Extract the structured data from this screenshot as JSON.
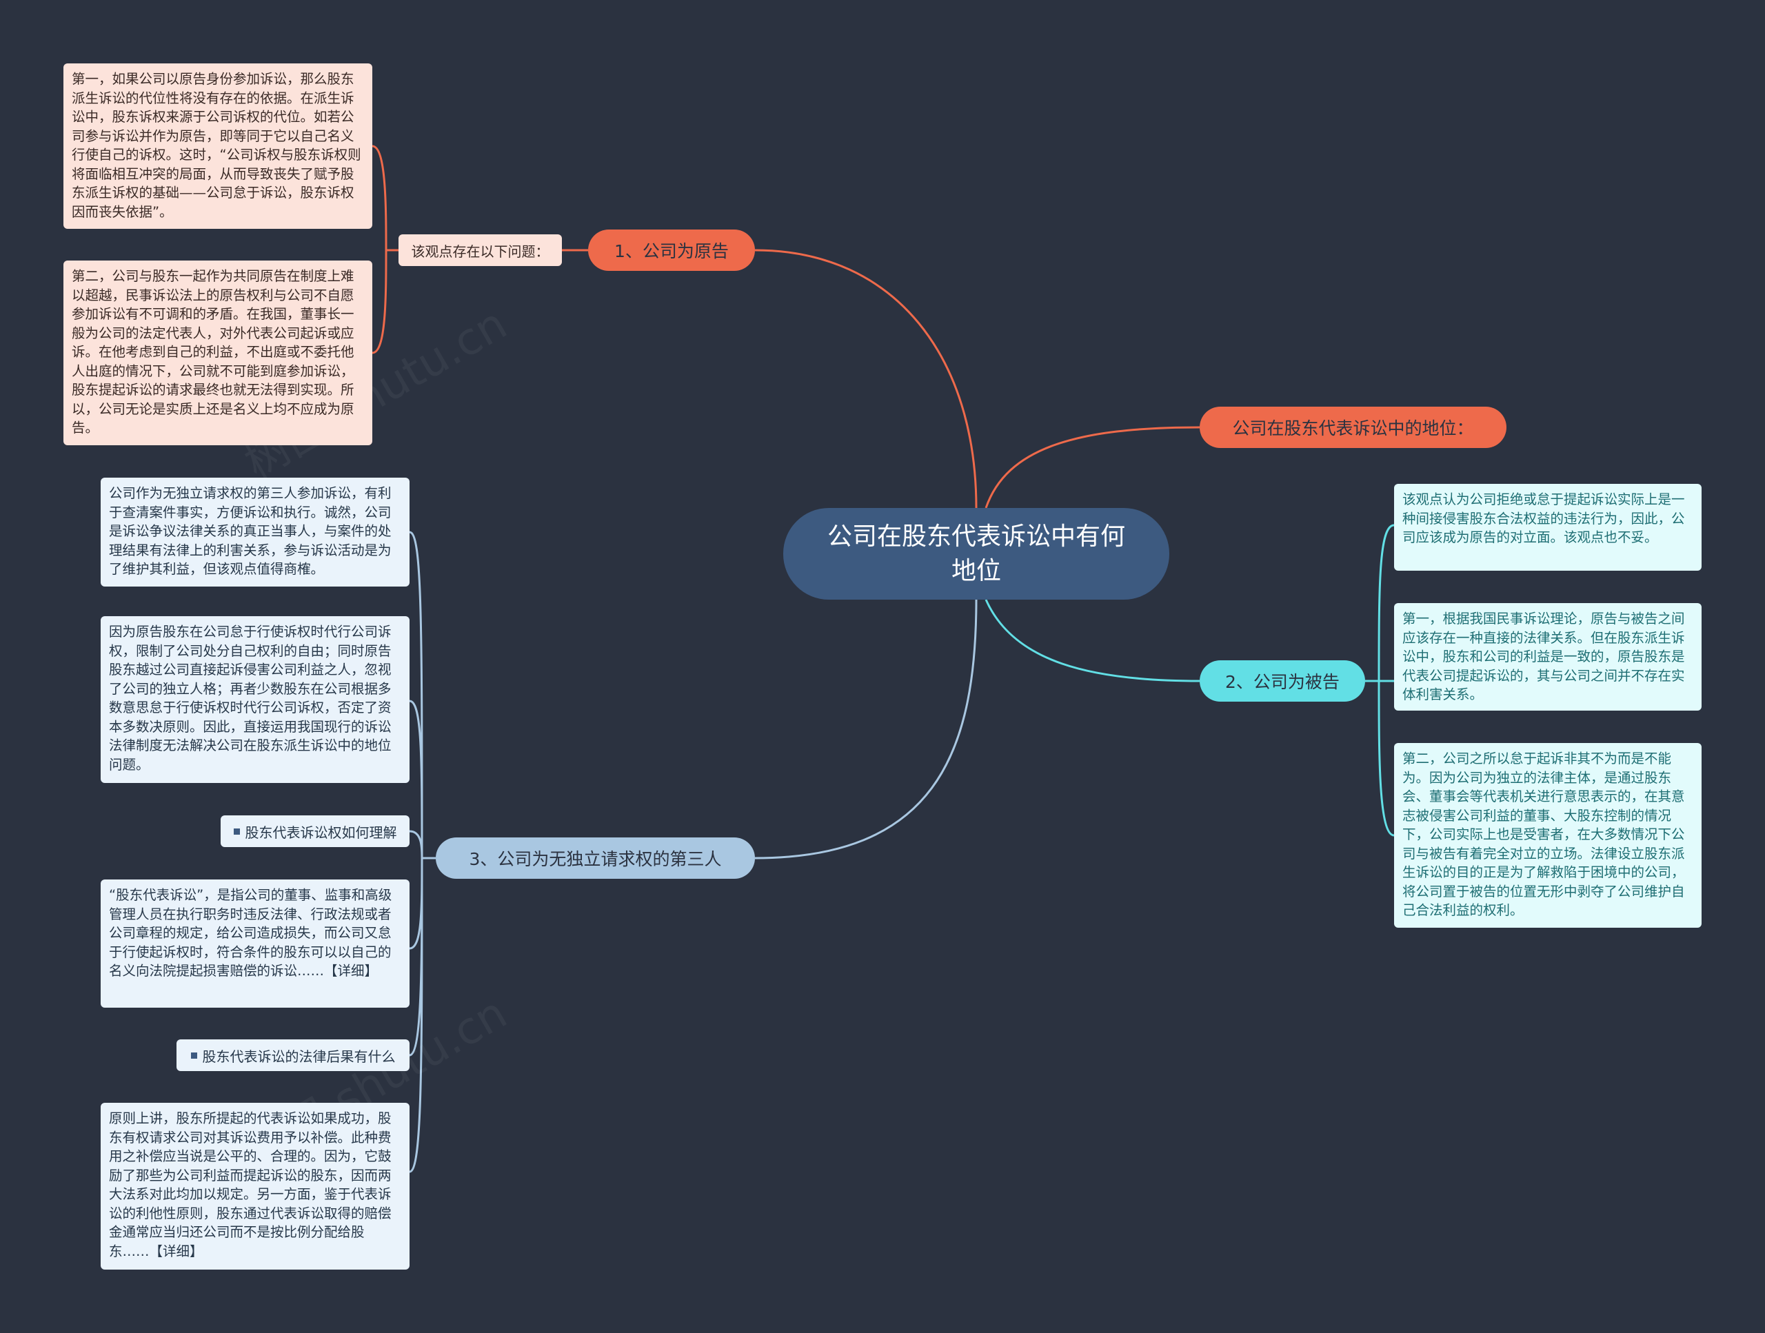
{
  "root": {
    "title": "公司在股东代表诉讼中有何地位"
  },
  "branches": {
    "plaintiff": {
      "label": "1、公司为原告",
      "sub_label": "该观点存在以下问题：",
      "notes": [
        "第一，如果公司以原告身份参加诉讼，那么股东派生诉讼的代位性将没有存在的依据。在派生诉讼中，股东诉权来源于公司诉权的代位。如若公司参与诉讼并作为原告，即等同于它以自己名义行使自己的诉权。这时，“公司诉权与股东诉权则将面临相互冲突的局面，从而导致丧失了赋予股东派生诉权的基础——公司怠于诉讼，股东诉权因而丧失依据”。",
        "第二，公司与股东一起作为共同原告在制度上难以超越，民事诉讼法上的原告权利与公司不自愿参加诉讼有不可调和的矛盾。在我国，董事长一般为公司的法定代表人，对外代表公司起诉或应诉。在他考虑到自己的利益，不出庭或不委托他人出庭的情况下，公司就不可能到庭参加诉讼，股东提起诉讼的请求最终也就无法得到实现。所以，公司无论是实质上还是名义上均不应成为原告。"
      ]
    },
    "position": {
      "label": "公司在股东代表诉讼中的地位："
    },
    "defendant": {
      "label": "2、公司为被告",
      "notes": [
        "该观点认为公司拒绝或怠于提起诉讼实际上是一种间接侵害股东合法权益的违法行为，因此，公司应该成为原告的对立面。该观点也不妥。",
        "第一，根据我国民事诉讼理论，原告与被告之间应该存在一种直接的法律关系。但在股东派生诉讼中，股东和公司的利益是一致的，原告股东是代表公司提起诉讼的，其与公司之间并不存在实体利害关系。",
        "第二，公司之所以怠于起诉非其不为而是不能为。因为公司为独立的法律主体，是通过股东会、董事会等代表机关进行意思表示的，在其意志被侵害公司利益的董事、大股东控制的情况下，公司实际上也是受害者，在大多数情况下公司与被告有着完全对立的立场。法律设立股东派生诉讼的目的正是为了解救陷于困境中的公司，将公司置于被告的位置无形中剥夺了公司维护自己合法利益的权利。"
      ]
    },
    "third_party": {
      "label": "3、公司为无独立请求权的第三人",
      "notes": [
        "公司作为无独立请求权的第三人参加诉讼，有利于查清案件事实，方便诉讼和执行。诚然，公司是诉讼争议法律关系的真正当事人，与案件的处理结果有法律上的利害关系，参与诉讼活动是为了维护其利益，但该观点值得商榷。",
        "因为原告股东在公司怠于行使诉权时代行公司诉权，限制了公司处分自己权利的自由；同时原告股东越过公司直接起诉侵害公司利益之人，忽视了公司的独立人格；再者少数股东在公司根据多数意思怠于行使诉权时代行公司诉权，否定了资本多数决原则。因此，直接运用我国现行的诉讼法律制度无法解决公司在股东派生诉讼中的地位问题。",
        "“股东代表诉讼”，是指公司的董事、监事和高级管理人员在执行职务时违反法律、行政法规或者公司章程的规定，给公司造成损失，而公司又怠于行使起诉权时，符合条件的股东可以以自己的名义向法院提起损害赔偿的诉讼……【详细】",
        "原则上讲，股东所提起的代表诉讼如果成功，股东有权请求公司对其诉讼费用予以补偿。此种费用之补偿应当说是公平的、合理的。因为，它鼓励了那些为公司利益而提起诉讼的股东，因而两大法系对此均加以规定。另一方面，鉴于代表诉讼的利他性原则，股东通过代表诉讼取得的赔偿金通常应当归还公司而不是按比例分配给股东……【详细】"
      ],
      "links": [
        "股东代表诉讼权如何理解",
        "股东代表诉讼的法律后果有什么"
      ]
    }
  },
  "colors": {
    "background": "#2b3240",
    "root": "#3d5a80",
    "orange": "#ee6a4b",
    "cyan": "#62dfe5",
    "blue": "#a9c7e1"
  }
}
